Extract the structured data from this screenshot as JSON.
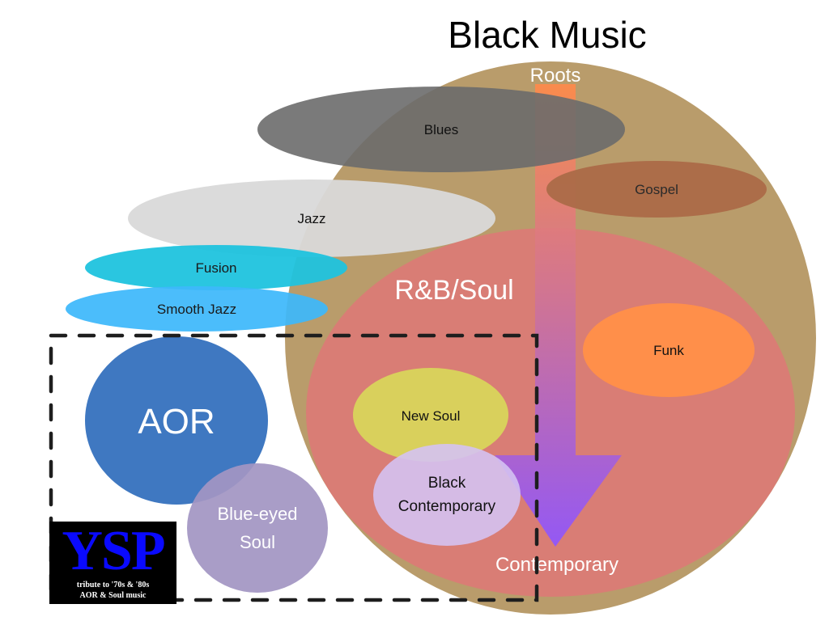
{
  "title": "Black Music",
  "axis": {
    "top_label": "Roots",
    "bottom_label": "Contemporary"
  },
  "colors": {
    "black_music": "#b99c6b",
    "rnb_soul": "#d97d75",
    "blues": "#6b6b6b",
    "jazz": "#d9d9d9",
    "fusion": "#1fc3de",
    "smooth_jazz": "#3db8fb",
    "gospel": "#ab6a48",
    "funk": "#ff8f4a",
    "new_soul": "#d9d05c",
    "black_contemporary": "#d4c2f2",
    "aor": "#3f78c1",
    "blue_eyed_soul": "#a396c3",
    "arrow_top": "#ff8a4a",
    "arrow_bottom": "#8e55ff"
  },
  "genres": {
    "black_music": "Black Music",
    "rnb_soul": "R&B/Soul",
    "blues": "Blues",
    "jazz": "Jazz",
    "fusion": "Fusion",
    "smooth_jazz": "Smooth Jazz",
    "gospel": "Gospel",
    "funk": "Funk",
    "new_soul": "New Soul",
    "black_contemporary_line1": "Black",
    "black_contemporary_line2": "Contemporary",
    "aor": "AOR",
    "blue_eyed_soul_line1": "Blue-eyed",
    "blue_eyed_soul_line2": "Soul"
  },
  "logo": {
    "name": "YSP",
    "tagline_line1": "tribute to '70s & '80s",
    "tagline_line2": "AOR & Soul music"
  }
}
